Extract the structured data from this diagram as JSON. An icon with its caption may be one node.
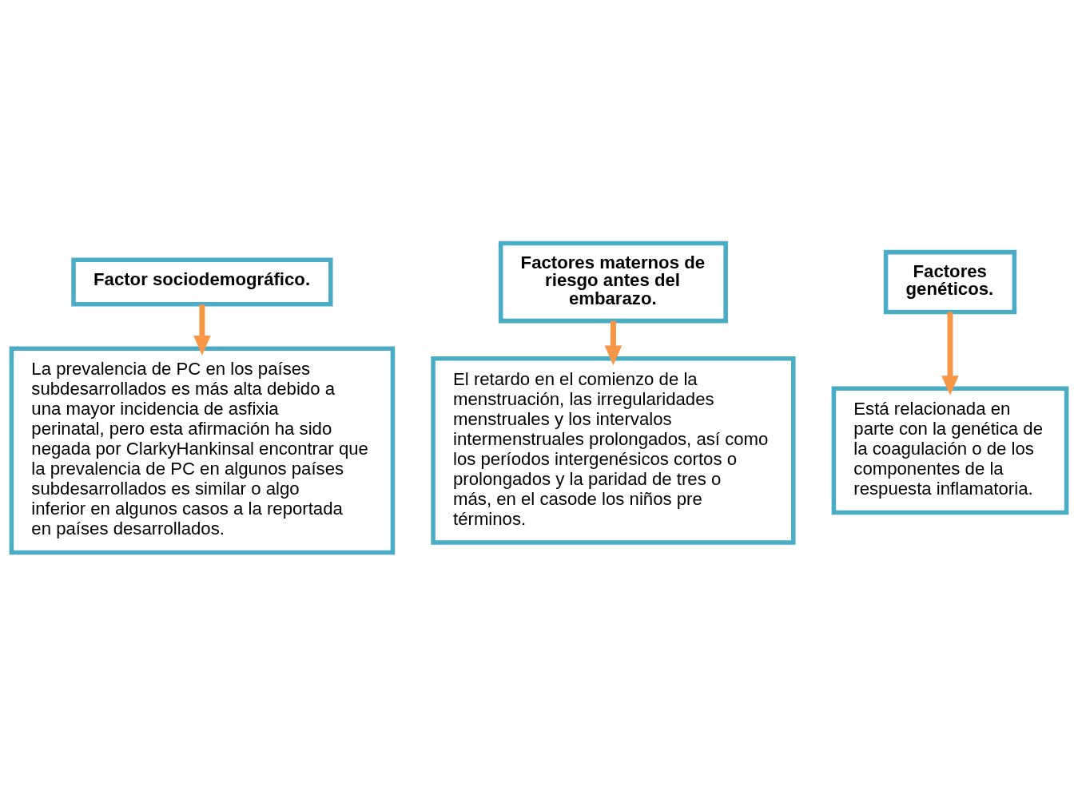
{
  "diagram": {
    "nodes": [
      {
        "text": [
          "Factor sociodemográfico."
        ]
      },
      {
        "text": [
          "Factores maternos de riesgo antes del embarazo."
        ]
      },
      {
        "text": [
          "Factores genéticos."
        ]
      },
      {
        "text": [
          "La prevalencia de PC en los países subdesarrollados es más alta debido a una mayor incidencia de asfixia perinatal, pero esta afirmación ha sido negada por ClarkyHankinsal encontrar que la prevalencia de PC en algunos países subdesarrollados es similar o algo inferior en algunos casos a la reportada en países desarrollados."
        ]
      },
      {
        "text": [
          "El retardo en el comienzo de la menstruación, las irregularidades menstruales y los intervalos intermenstruales prolongados, así como los períodos intergenésicos cortos o prolongados y la paridad de tres o más, en el casode los niños pre términos."
        ]
      },
      {
        "text": [
          "Está relacionada en parte con la genética de la coagulación o de los componentes de la respuesta inflamatoria."
        ]
      }
    ],
    "edges": [
      {
        "from": 0,
        "to": 3,
        "arrow": "to"
      },
      {
        "from": 1,
        "to": 4,
        "arrow": "to"
      },
      {
        "from": 2,
        "to": 5,
        "arrow": "to"
      }
    ]
  }
}
